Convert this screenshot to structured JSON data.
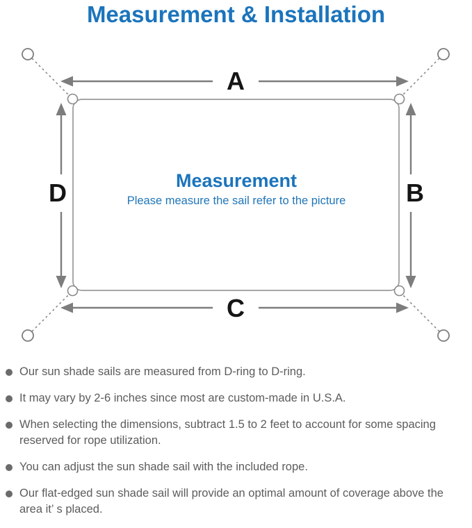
{
  "page": {
    "title": "Measurement & Installation"
  },
  "diagram": {
    "labels": {
      "top": "A",
      "right": "B",
      "bottom": "C",
      "left": "D"
    },
    "center": {
      "title": "Measurement",
      "subtitle": "Please measure the sail refer to the picture"
    }
  },
  "notes": [
    "Our sun shade sails are measured from D-ring to D-ring.",
    "It may vary by 2-6 inches since most are custom-made in U.S.A.",
    "When selecting the dimensions, subtract 1.5 to 2 feet to account for some spacing reserved for rope utilization.",
    "You can adjust the sun shade sail with the included rope.",
    "Our flat-edged sun shade sail will provide an optimal amount of coverage above the area it’ s placed."
  ],
  "colors": {
    "accent_blue": "#1b74bc",
    "diagram_line_gray": "#8a8a8a",
    "arrow_gray": "#7d7d7d",
    "dimension_label_black": "#151515",
    "note_text_gray": "#5c5c5c"
  }
}
